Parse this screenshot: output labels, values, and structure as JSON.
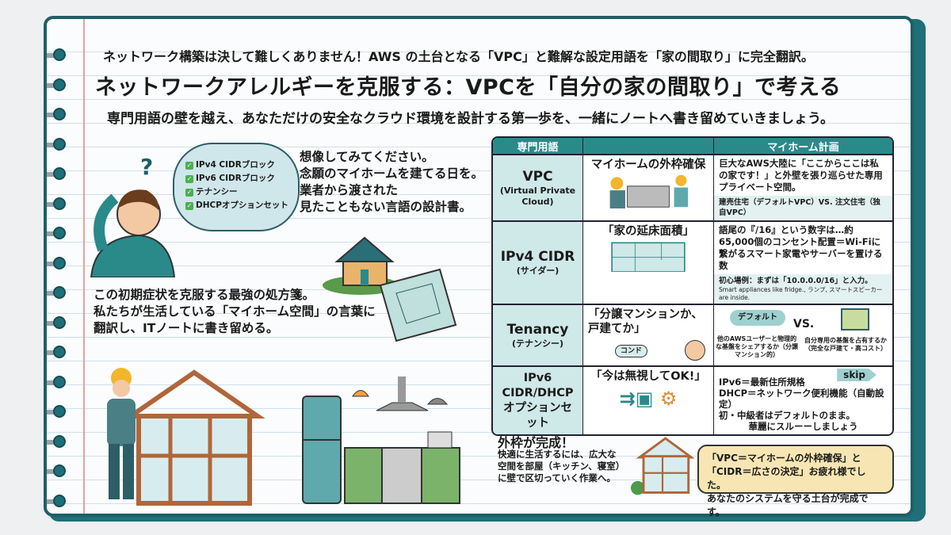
{
  "header": {
    "subtitle": "ネットワーク構築は決して難しくありません！AWS の土台となる「VPC」と難解な設定用語を「家の間取り」に完全翻訳。",
    "title": "ネットワークアレルギーを克服する：VPCを「自分の家の間取り」で考える",
    "lead": "専門用語の壁を越え、あなただけの安全なクラウド環境を設計する第一歩を、一緒にノートへ書き留めていきましょう。"
  },
  "thought": {
    "items": [
      "IPv4 CIDRブロック",
      "IPv6 CIDRブロック",
      "テナンシー",
      "DHCPオプションセット"
    ]
  },
  "imagine": [
    "想像してみてください。",
    "念願のマイホームを建てる日を。",
    "業者から渡された",
    "見たこともない言語の設計書。"
  ],
  "prescription": [
    "この初期症状を克服する最強の処方箋。",
    "私たちが生活している「マイホーム空間」の言葉に",
    "翻訳し、ITノートに書き留める。"
  ],
  "table": {
    "headers": [
      "専門用語",
      "",
      "マイホーム計画"
    ],
    "rows": [
      {
        "term": "VPC",
        "sub": "(Virtual Private Cloud)",
        "metaphor": "マイホームの外枠確保",
        "desc": "巨大なAWS大陸に「ここからここは私の家です！」と外壁を張り巡らせた専用プライベート空間。",
        "note": "建売住宅（デフォルトVPC）VS. 注文住宅（独自VPC）"
      },
      {
        "term": "IPv4 CIDR",
        "sub": "(サイダー)",
        "metaphor": "「家の延床面積」",
        "desc": "語尾の『/16』という数字は…約65,000個のコンセント配置＝Wi-Fiに繋がるスマート家電やサーバーを置ける数",
        "note": "初心場例：まずは「10.0.0.0/16」と入力。",
        "tiny": "Smart appliances like fridge., ランプ, スマートスピーカー are inside."
      },
      {
        "term": "Tenancy",
        "sub": "(テナンシー)",
        "metaphor": "「分譲マンションか、戸建てか」",
        "speech": "コンド",
        "default_label": "デフォルト",
        "vs": "VS.",
        "shared": "他のAWSユーザーと物理的な基盤をシェアするか（分譲マンション的）",
        "dedicated": "自分専用の基盤を占有するか（完全な戸建て・高コスト）"
      },
      {
        "term": "IPv6 CIDR/DHCPオプションセット",
        "sub": "",
        "metaphor": "「今は無視してOK!」",
        "skip": "skip",
        "desc_lines": [
          "IPv6＝最新住所規格",
          "DHCP＝ネットワーク便利機能（自動設定）",
          "初・中級者はデフォルトのまま。",
          "華麗にスルーーしましょう"
        ]
      }
    ]
  },
  "frame_done": {
    "title": "外枠が完成！",
    "lines": [
      "快適に生活するには、広大な",
      "空間を部屋（キッチン、寝室）",
      "に壁で区切っていく作業へ。"
    ]
  },
  "summary": [
    "「VPC＝マイホームの外枠確保」と",
    "「CIDR＝広さの決定」お疲れ様でした。",
    "あなたのシステムを守る土台が完成です。"
  ],
  "colors": {
    "teal": "#2a8a8a",
    "border": "#1f5f68",
    "bubble": "#f7e6b3"
  }
}
